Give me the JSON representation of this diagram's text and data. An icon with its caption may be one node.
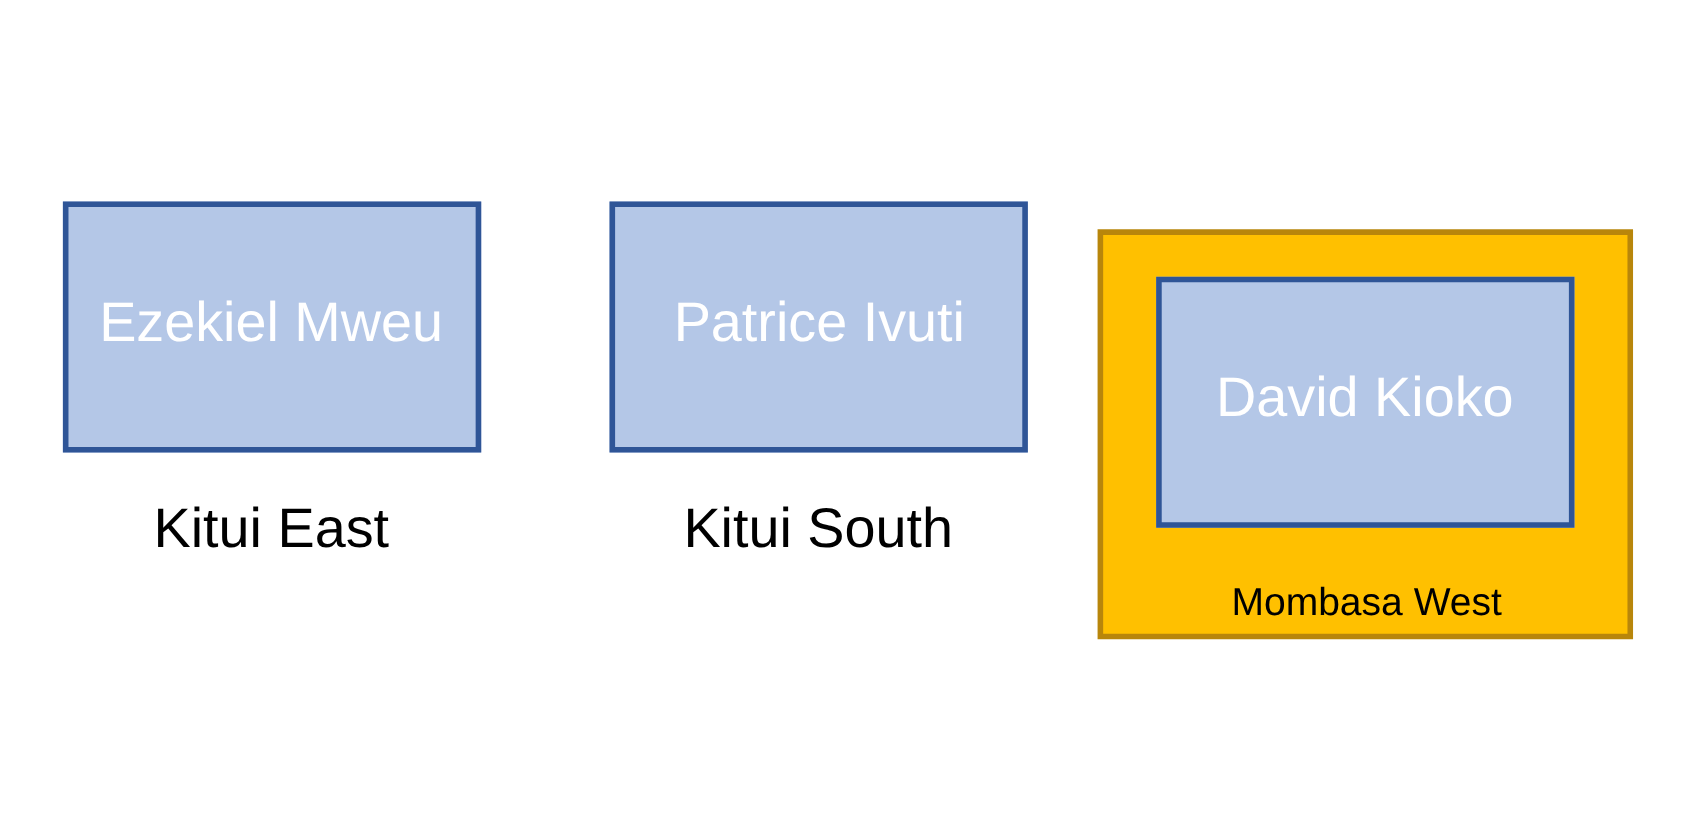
{
  "diagram": {
    "nodes": [
      {
        "text": [
          "Ezekiel Mweu"
        ],
        "beside": [
          "Kitui East"
        ]
      },
      {
        "text": [
          "Patrice Ivuti"
        ],
        "beside": [
          "Kitui South"
        ]
      },
      {
        "text": [
          "Mombasa West"
        ]
      },
      {
        "text": [
          "David Kioko"
        ],
        "in": 2
      }
    ]
  }
}
